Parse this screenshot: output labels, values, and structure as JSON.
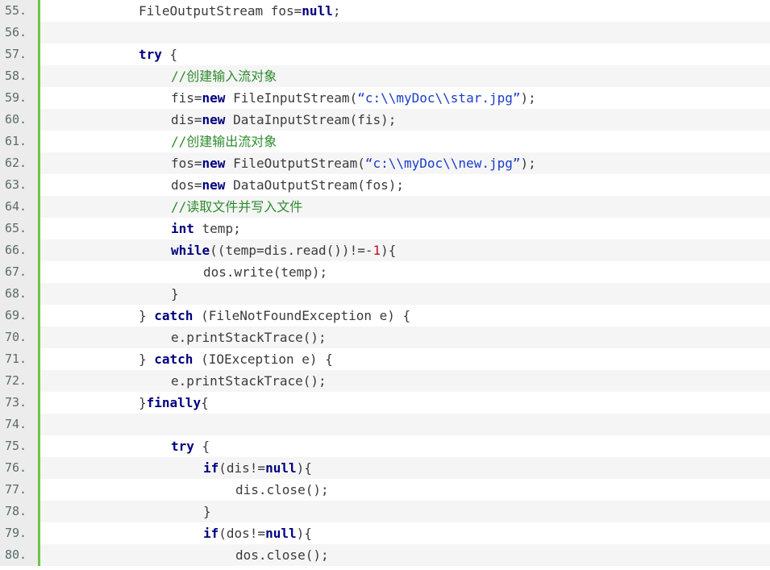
{
  "colors": {
    "accent_bar": "#6cc644",
    "gutter_bg": "#ececec",
    "line_number": "#5a6b6b",
    "keyword": "#00007f",
    "string": "#1a3cc7",
    "comment": "#2e8b2e",
    "number": "#c0102a",
    "text": "#3b3b3b",
    "alt_row_bg": "#f5f5f5"
  },
  "lines": [
    {
      "num": "55.",
      "indent": 2,
      "tokens": [
        [
          "t",
          "FileOutputStream fos="
        ],
        [
          "kw",
          "null"
        ],
        [
          "t",
          ";"
        ]
      ]
    },
    {
      "num": "56.",
      "indent": 0,
      "tokens": []
    },
    {
      "num": "57.",
      "indent": 2,
      "tokens": [
        [
          "kw",
          "try"
        ],
        [
          "t",
          " {"
        ]
      ]
    },
    {
      "num": "58.",
      "indent": 3,
      "tokens": [
        [
          "cm",
          "//创建输入流对象"
        ]
      ]
    },
    {
      "num": "59.",
      "indent": 3,
      "tokens": [
        [
          "t",
          "fis="
        ],
        [
          "kw",
          "new"
        ],
        [
          "t",
          " FileInputStream("
        ],
        [
          "str",
          "“c:\\\\myDoc\\\\star.jpg”"
        ],
        [
          "t",
          ");"
        ]
      ]
    },
    {
      "num": "60.",
      "indent": 3,
      "tokens": [
        [
          "t",
          "dis="
        ],
        [
          "kw",
          "new"
        ],
        [
          "t",
          " DataInputStream(fis);"
        ]
      ]
    },
    {
      "num": "61.",
      "indent": 3,
      "tokens": [
        [
          "cm",
          "//创建输出流对象"
        ]
      ]
    },
    {
      "num": "62.",
      "indent": 3,
      "tokens": [
        [
          "t",
          "fos="
        ],
        [
          "kw",
          "new"
        ],
        [
          "t",
          " FileOutputStream("
        ],
        [
          "str",
          "“c:\\\\myDoc\\\\new.jpg”"
        ],
        [
          "t",
          ");"
        ]
      ]
    },
    {
      "num": "63.",
      "indent": 3,
      "tokens": [
        [
          "t",
          "dos="
        ],
        [
          "kw",
          "new"
        ],
        [
          "t",
          " DataOutputStream(fos);"
        ]
      ]
    },
    {
      "num": "64.",
      "indent": 3,
      "tokens": [
        [
          "cm",
          "//读取文件并写入文件"
        ]
      ]
    },
    {
      "num": "65.",
      "indent": 3,
      "tokens": [
        [
          "kw",
          "int"
        ],
        [
          "t",
          " temp;"
        ]
      ]
    },
    {
      "num": "66.",
      "indent": 3,
      "tokens": [
        [
          "kw",
          "while"
        ],
        [
          "t",
          "((temp=dis.read())!=-"
        ],
        [
          "num",
          "1"
        ],
        [
          "t",
          "){"
        ]
      ]
    },
    {
      "num": "67.",
      "indent": 4,
      "tokens": [
        [
          "t",
          "dos.write(temp);"
        ]
      ]
    },
    {
      "num": "68.",
      "indent": 3,
      "tokens": [
        [
          "t",
          "}"
        ]
      ]
    },
    {
      "num": "69.",
      "indent": 2,
      "tokens": [
        [
          "t",
          "} "
        ],
        [
          "kw",
          "catch"
        ],
        [
          "t",
          " (FileNotFoundException e) {"
        ]
      ]
    },
    {
      "num": "70.",
      "indent": 3,
      "tokens": [
        [
          "t",
          "e.printStackTrace();"
        ]
      ]
    },
    {
      "num": "71.",
      "indent": 2,
      "tokens": [
        [
          "t",
          "} "
        ],
        [
          "kw",
          "catch"
        ],
        [
          "t",
          " (IOException e) {"
        ]
      ]
    },
    {
      "num": "72.",
      "indent": 3,
      "tokens": [
        [
          "t",
          "e.printStackTrace();"
        ]
      ]
    },
    {
      "num": "73.",
      "indent": 2,
      "tokens": [
        [
          "t",
          "}"
        ],
        [
          "kw",
          "finally"
        ],
        [
          "t",
          "{"
        ]
      ]
    },
    {
      "num": "74.",
      "indent": 0,
      "tokens": []
    },
    {
      "num": "75.",
      "indent": 3,
      "tokens": [
        [
          "kw",
          "try"
        ],
        [
          "t",
          " {"
        ]
      ]
    },
    {
      "num": "76.",
      "indent": 4,
      "tokens": [
        [
          "kw",
          "if"
        ],
        [
          "t",
          "(dis!="
        ],
        [
          "kw",
          "null"
        ],
        [
          "t",
          "){"
        ]
      ]
    },
    {
      "num": "77.",
      "indent": 5,
      "tokens": [
        [
          "t",
          "dis.close();"
        ]
      ]
    },
    {
      "num": "78.",
      "indent": 4,
      "tokens": [
        [
          "t",
          "}"
        ]
      ]
    },
    {
      "num": "79.",
      "indent": 4,
      "tokens": [
        [
          "kw",
          "if"
        ],
        [
          "t",
          "(dos!="
        ],
        [
          "kw",
          "null"
        ],
        [
          "t",
          "){"
        ]
      ]
    },
    {
      "num": "80.",
      "indent": 5,
      "tokens": [
        [
          "t",
          "dos.close();"
        ]
      ]
    }
  ]
}
